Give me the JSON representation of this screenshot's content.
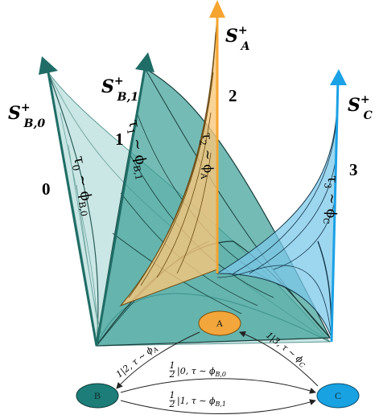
{
  "colors": {
    "teal_dark": "#1f6d66",
    "teal_mid": "#3b9e96",
    "teal_light": "#9fd3cf",
    "orange": "#f6a531",
    "orange_light": "#f7c77a",
    "cyan": "#1aa1e6",
    "cyan_light": "#7cc8ea",
    "node_A": "#f3a63b",
    "node_B": "#1d7d78",
    "node_C": "#18a2e2"
  },
  "arrow_labels": {
    "s_b0": {
      "base": "S",
      "sup": "+",
      "sub": "B,0"
    },
    "s_b1": {
      "base": "S",
      "sup": "+",
      "sub": "B,1"
    },
    "s_a": {
      "base": "S",
      "sup": "+",
      "sub": "A"
    },
    "s_c": {
      "base": "S",
      "sup": "+",
      "sub": "C"
    }
  },
  "region_numbers": [
    "0",
    "1",
    "2",
    "3"
  ],
  "tau_labels": {
    "t0": {
      "tau": "τ",
      "sub": "0",
      "rel": " ~ ",
      "phi": "ϕ",
      "phisub": "B,0"
    },
    "t1": {
      "tau": "τ",
      "sub": "1",
      "rel": " ~ ",
      "phi": "ϕ",
      "phisub": "B,1"
    },
    "t2": {
      "tau": "τ",
      "sub": "2",
      "rel": " ~ ",
      "phi": "ϕ",
      "phisub": "A"
    },
    "t3": {
      "tau": "τ",
      "sub": "3",
      "rel": " ~ ",
      "phi": "ϕ",
      "phisub": "C"
    }
  },
  "nodes": {
    "A": "A",
    "B": "B",
    "C": "C"
  },
  "edges": {
    "a_to_b": {
      "frac": "",
      "rest": "1|2, τ ∼ ϕ",
      "sub": "A"
    },
    "c_to_a": {
      "frac": "",
      "rest": "1|3, τ ∼ ϕ",
      "sub": "C"
    },
    "b_to_c_0": {
      "frac_num": "1",
      "frac_den": "2",
      "rest": "|0, τ ∼ ϕ",
      "sub": "B,0"
    },
    "b_to_c_1": {
      "frac_num": "1",
      "frac_den": "2",
      "rest": "|1, τ ∼ ϕ",
      "sub": "B,1"
    }
  }
}
